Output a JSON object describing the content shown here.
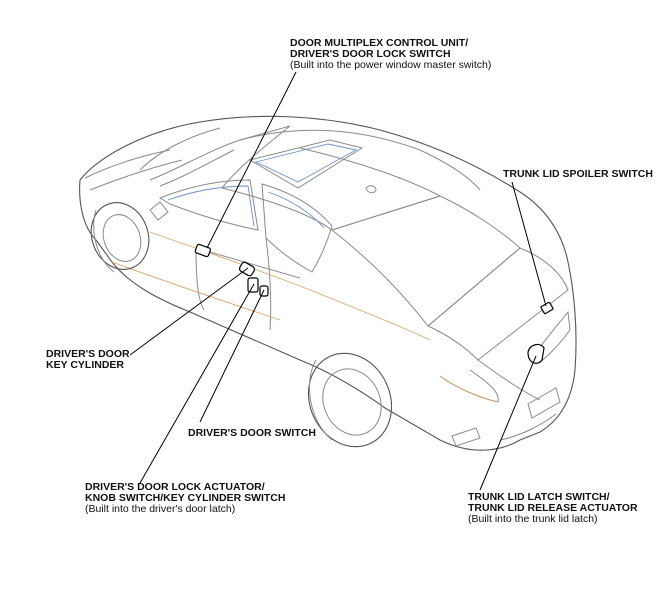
{
  "labels": {
    "door_multiplex": {
      "line1": "DOOR MULTIPLEX CONTROL UNIT/",
      "line2": "DRIVER'S DOOR LOCK SWITCH",
      "line3": "(Built into the power window master switch)"
    },
    "trunk_spoiler": {
      "line1": "TRUNK LID SPOILER SWITCH"
    },
    "key_cylinder": {
      "line1": "DRIVER'S DOOR",
      "line2": "KEY CYLINDER"
    },
    "door_switch": {
      "line1": "DRIVER'S DOOR SWITCH"
    },
    "door_lock_actuator": {
      "line1": "DRIVER'S DOOR LOCK ACTUATOR/",
      "line2": "KNOB SWITCH/KEY CYLINDER SWITCH",
      "line3": "(Built into the driver's door latch)"
    },
    "trunk_latch": {
      "line1": "TRUNK LID LATCH SWITCH/",
      "line2": "TRUNK LID RELEASE ACTUATOR",
      "line3": "(Built into the trunk lid latch)"
    }
  },
  "colors": {
    "outline": "#8a8a8a",
    "leader": "#000000",
    "accent_tan": "#d9a56a",
    "accent_blue": "#6d90c8"
  }
}
